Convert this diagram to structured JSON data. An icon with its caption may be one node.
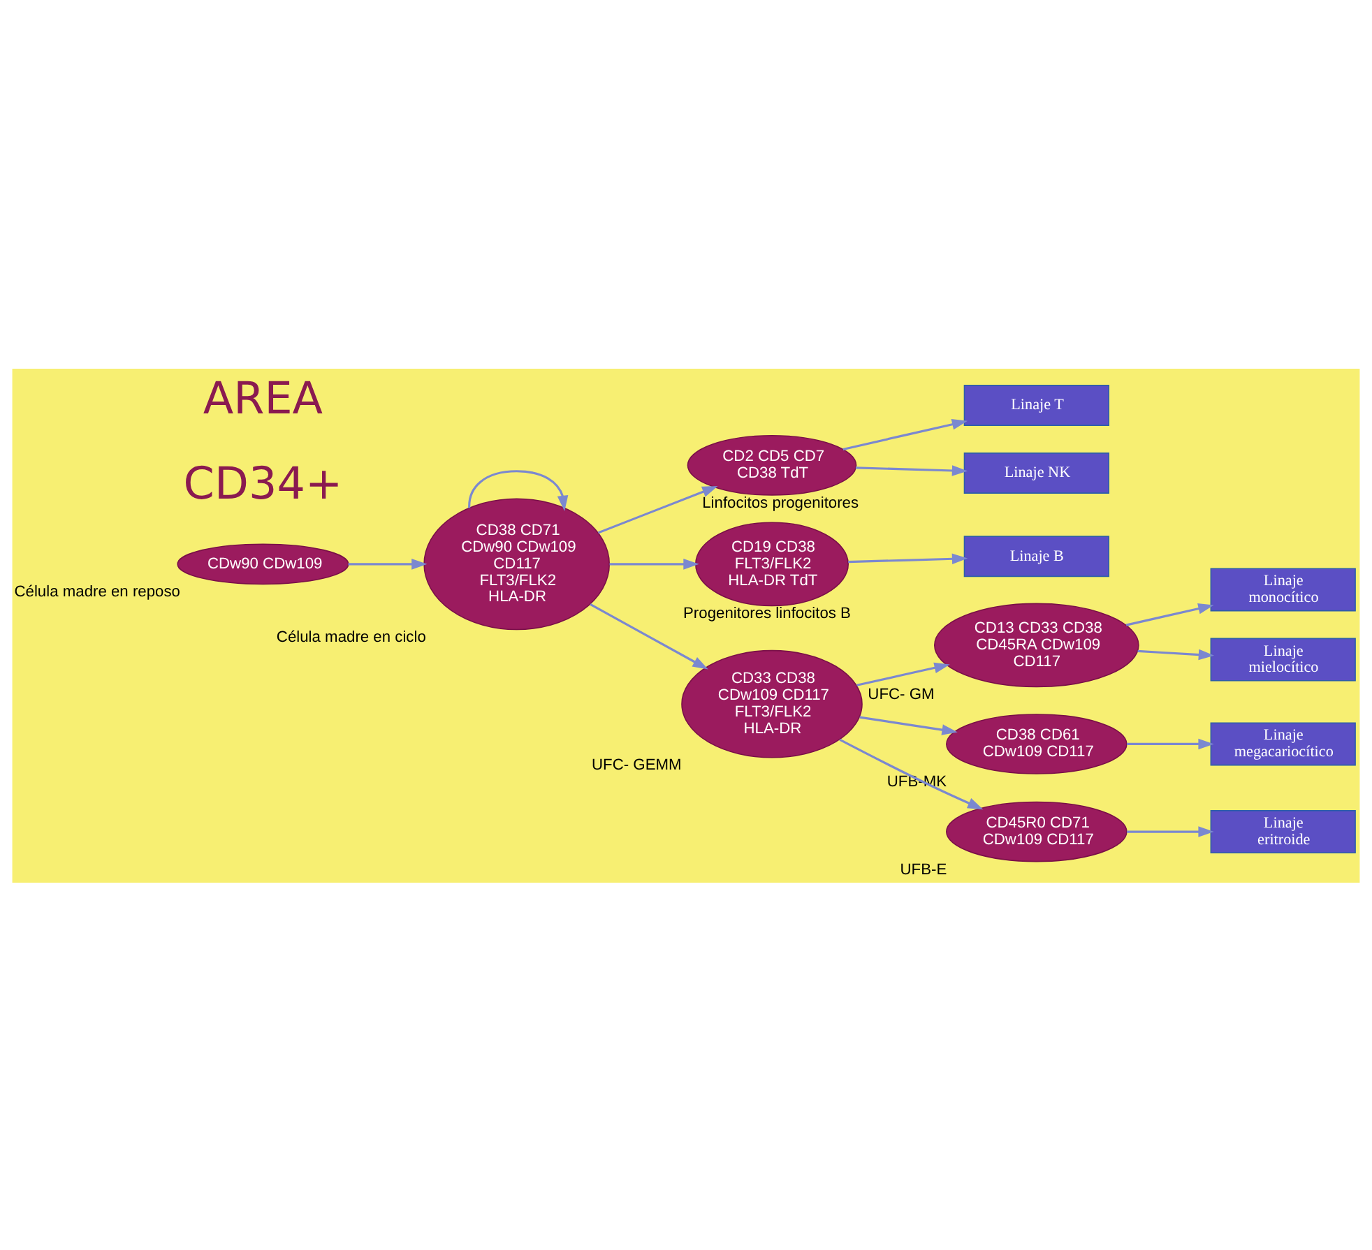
{
  "diagram": {
    "nodes": [
      {
        "text": [
          "CDw90 CDw109"
        ],
        "beside": [
          "Célula madre en reposo"
        ]
      },
      {
        "text": [
          "CD38 CD71 CDw90 CDw109 CD117 FLT3/FLK2 HLA-DR"
        ],
        "beside": [
          "Célula madre en ciclo"
        ]
      },
      {
        "text": [
          "CD2 CD5 CD7 CD38 TdT"
        ],
        "beside": [
          "Linfocitos progenitores"
        ]
      },
      {
        "text": [
          "Linaje T"
        ]
      },
      {
        "text": [
          "Linaje NK"
        ]
      },
      {
        "text": [
          "CD19 CD38 FLT3/FLK2 HLA-DR TdT"
        ],
        "beside": [
          "Progenitores linfocitos B"
        ]
      },
      {
        "text": [
          "Linaje B"
        ]
      },
      {
        "text": [
          "CD33 CD38 CDw109 CD117 FLT3/FLK2 HLA-DR"
        ],
        "beside": [
          "UFC- GEMM"
        ]
      },
      {
        "text": [
          "CD13 CD33 CD38 CD45RA CDw109 CD117"
        ],
        "beside": [
          "UFC- GM"
        ]
      },
      {
        "text": [
          "Linaje monocítico"
        ]
      },
      {
        "text": [
          "Linaje mielocítico"
        ]
      },
      {
        "text": [
          "CD38 CD61 CDw109 CD117"
        ],
        "beside": [
          "UFB-MK"
        ]
      },
      {
        "text": [
          "Linaje megacariocítico"
        ]
      },
      {
        "text": [
          "CD45R0 CD71 CDw109 CD117"
        ],
        "beside": [
          "UFB-E"
        ]
      },
      {
        "text": [
          "Linaje eritroide"
        ]
      }
    ],
    "edges": [
      {
        "from": 0,
        "to": 1,
        "arrow": "to"
      },
      {
        "from": 1,
        "to": 1,
        "arrow": "to"
      },
      {
        "from": 1,
        "to": 2,
        "arrow": "to"
      },
      {
        "from": 2,
        "to": 3,
        "arrow": "to"
      },
      {
        "from": 2,
        "to": 4,
        "arrow": "to"
      },
      {
        "from": 1,
        "to": 5,
        "arrow": "to"
      },
      {
        "from": 5,
        "to": 6,
        "arrow": "to"
      },
      {
        "from": 1,
        "to": 7,
        "arrow": "to"
      },
      {
        "from": 7,
        "to": 8,
        "arrow": "to"
      },
      {
        "from": 8,
        "to": 9,
        "arrow": "to"
      },
      {
        "from": 8,
        "to": 10,
        "arrow": "to"
      },
      {
        "from": 7,
        "to": 11,
        "arrow": "to"
      },
      {
        "from": 11,
        "to": 12,
        "arrow": "to"
      },
      {
        "from": 7,
        "to": 13,
        "arrow": "to"
      },
      {
        "from": 13,
        "to": 14,
        "arrow": "to"
      }
    ],
    "labels": [
      "CD34+",
      "AREA"
    ]
  }
}
